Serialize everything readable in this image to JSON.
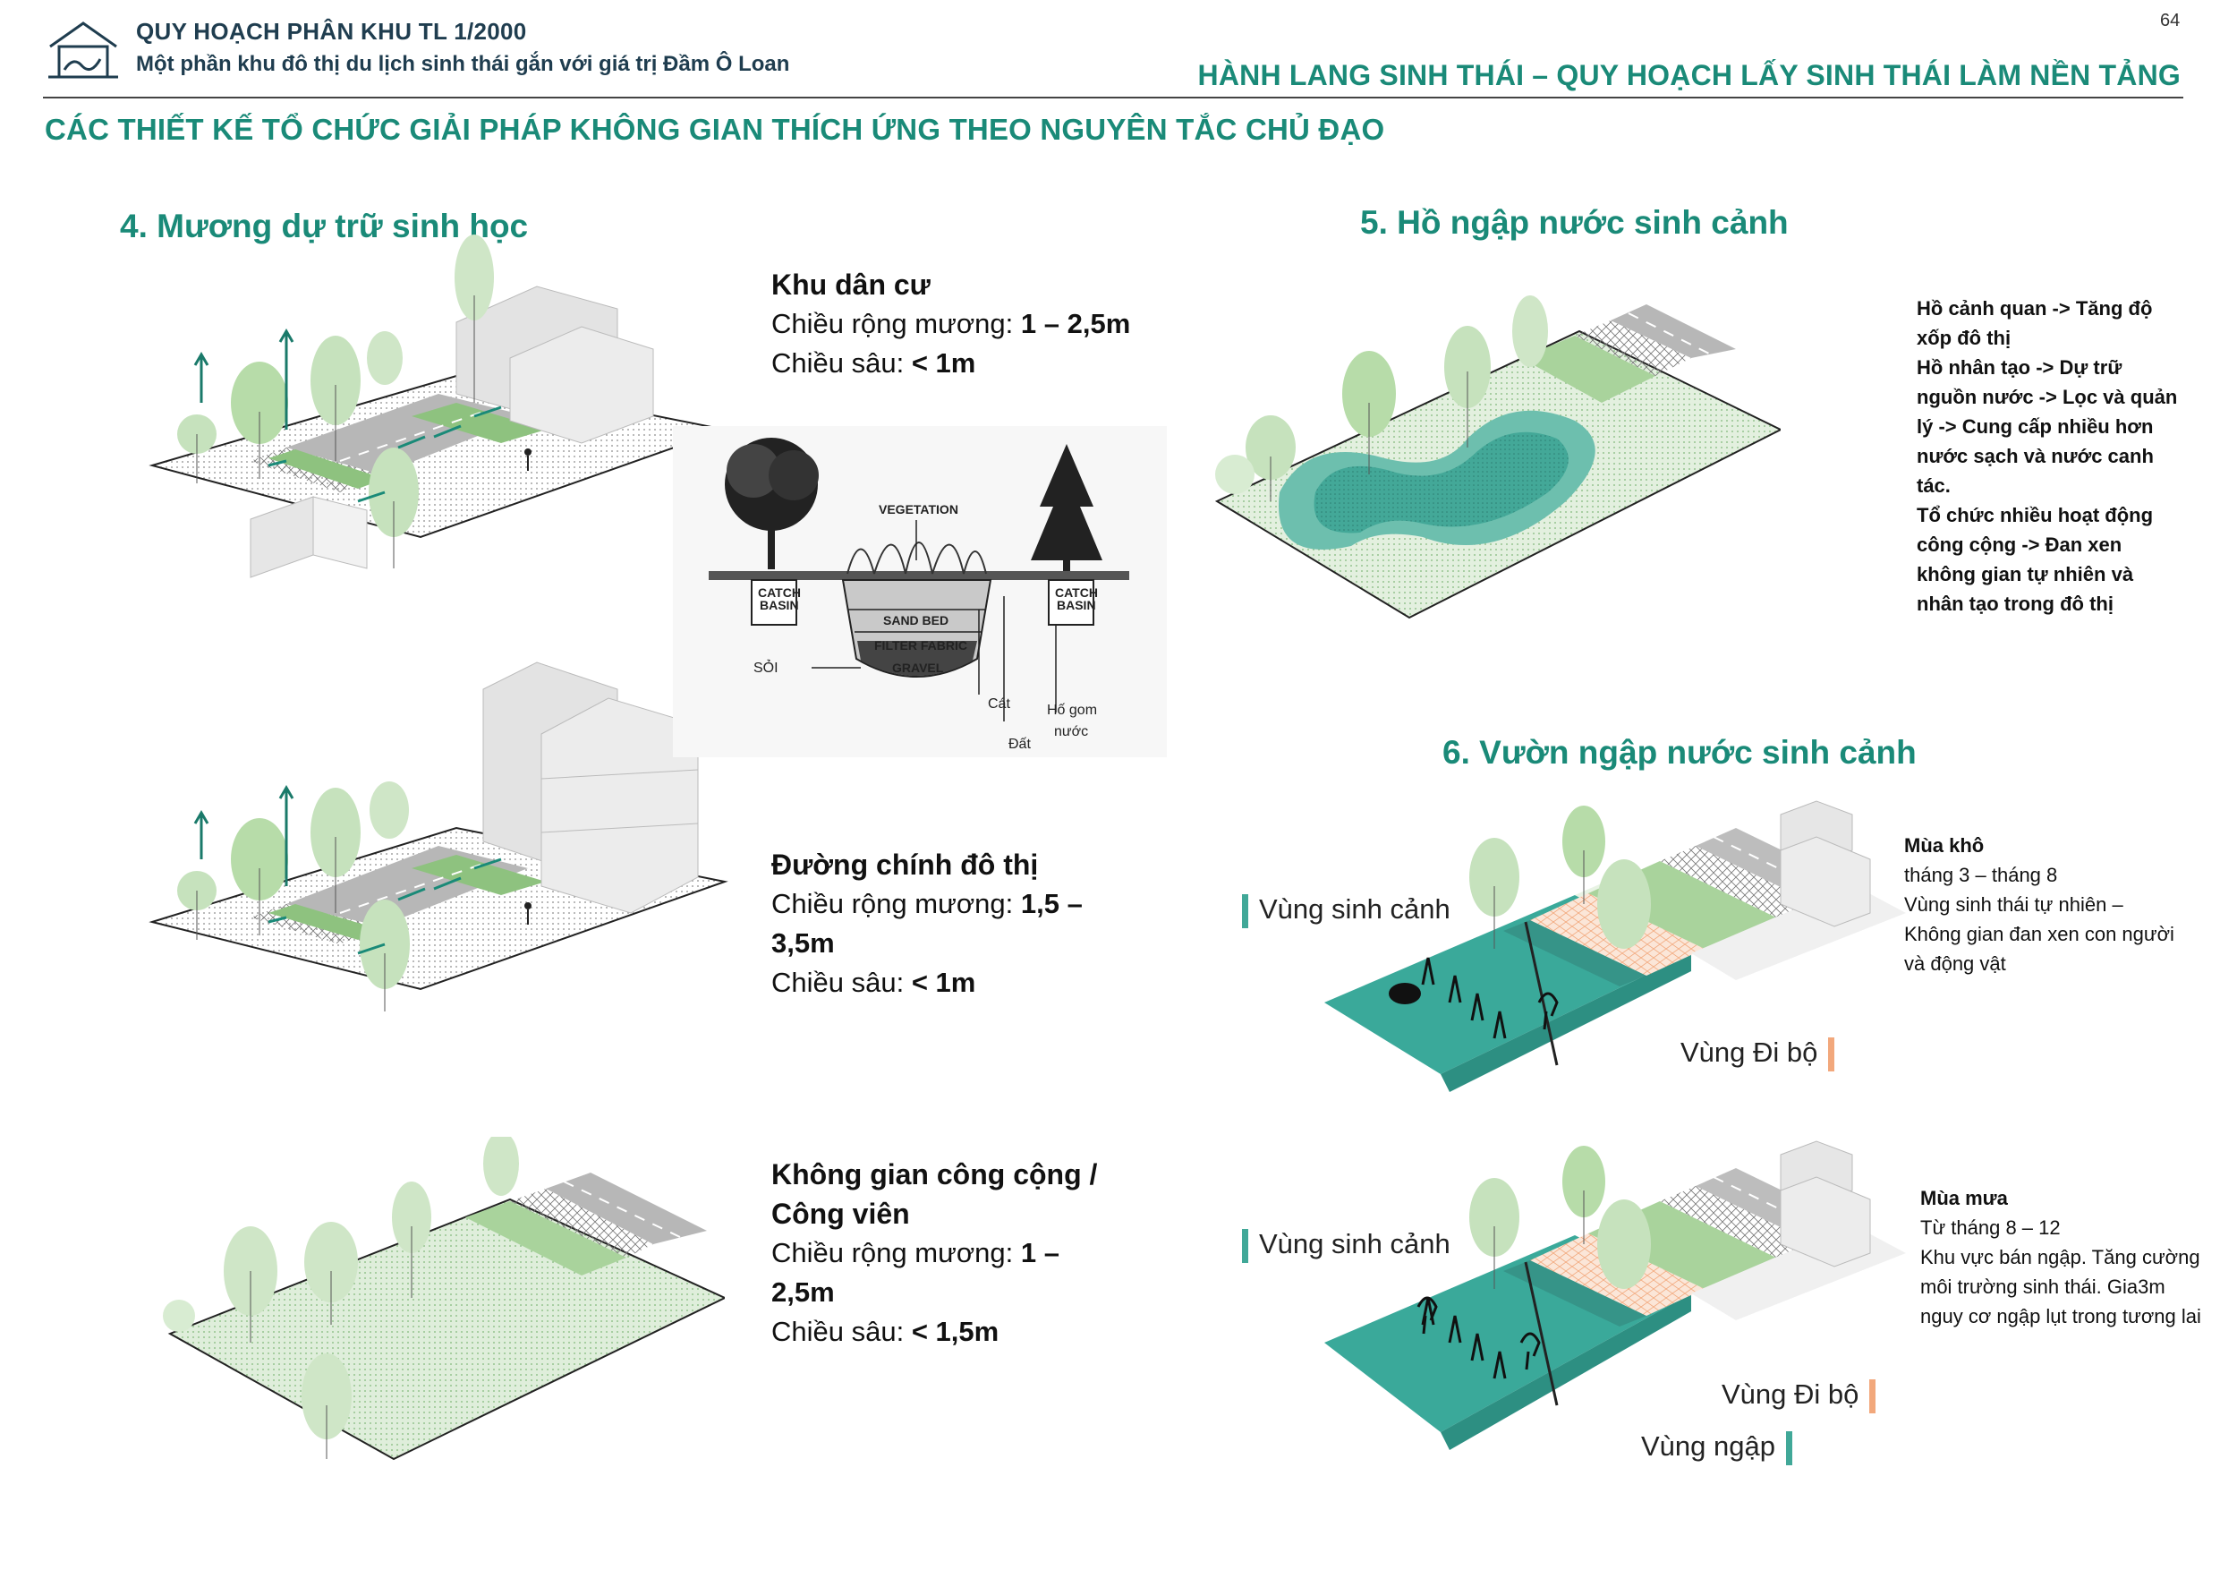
{
  "header": {
    "line1": "QUY HOẠCH PHÂN KHU TL 1/2000",
    "line2": "Một phần khu đô thị du lịch sinh thái gắn với giá trị Đầm Ô Loan",
    "page_number": "64",
    "section_title": "HÀNH LANG SINH THÁI – QUY HOẠCH LẤY SINH THÁI LÀM NỀN TẢNG"
  },
  "main_title": "CÁC THIẾT KẾ TỔ CHỨC GIẢI PHÁP KHÔNG GIAN THÍCH ỨNG THEO NGUYÊN TẮC CHỦ ĐẠO",
  "section4": {
    "title": "4. Mương dự trữ sinh học",
    "blocks": [
      {
        "heading": "Khu dân cư",
        "width_label": "Chiều rộng mương: ",
        "width_value": "1 – 2,5m",
        "depth_label": "Chiều sâu: ",
        "depth_value": "< 1m"
      },
      {
        "heading": "Đường chính đô thị",
        "width_label": "Chiều rộng mương: ",
        "width_value": "1,5 – 3,5m",
        "depth_label": "Chiều sâu: ",
        "depth_value": "< 1m"
      },
      {
        "heading": "Không gian công cộng / Công viên",
        "width_label": "Chiều rộng mương: ",
        "width_value": "1 – 2,5m",
        "depth_label": "Chiều sâu: ",
        "depth_value": "< 1,5m"
      }
    ],
    "cross_section": {
      "vegetation": "VEGETATION",
      "catch_basin_1": "CATCH",
      "catch_basin_2": "BASIN",
      "sand_bed": "SAND BED",
      "filter_fabric": "FILTER FABRIC",
      "gravel": "GRAVEL",
      "soi": "SỎI",
      "cat": "Cát",
      "dat": "Đất",
      "ho_gom_1": "Hố gom",
      "ho_gom_2": "nước"
    }
  },
  "section5": {
    "title": "5. Hồ ngập nước sinh cảnh",
    "notes": [
      "Hồ cảnh quan -> Tăng độ",
      "xốp đô thị",
      "Hồ nhân tạo -> Dự trữ",
      "nguồn nước -> Lọc và quản",
      "lý -> Cung cấp nhiều hơn",
      "nước sạch và nước canh",
      "tác.",
      "Tổ chức nhiều hoạt động",
      "công cộng -> Đan xen",
      "không gian tự nhiên và",
      "nhân tạo trong đô thị"
    ]
  },
  "section6": {
    "title": "6. Vườn ngập nước sinh cảnh",
    "dry": {
      "season": "Mùa khô",
      "months": "tháng 3 – tháng 8",
      "desc1": "Vùng sinh thái tự nhiên –",
      "desc2": "Không gian đan xen con người",
      "desc3": "và động vật",
      "zone_habitat": "Vùng sinh cảnh",
      "zone_walk": "Vùng Đi bộ"
    },
    "wet": {
      "season": "Mùa mưa",
      "months": "Từ tháng 8 – 12",
      "desc1": "Khu vực bán ngập. Tăng cường",
      "desc2": "môi trường sinh thái. Gia3m",
      "desc3": "nguy cơ ngập lụt trong tương lai",
      "zone_habitat": "Vùng sinh cảnh",
      "zone_walk": "Vùng Đi bộ",
      "zone_flood": "Vùng ngập"
    }
  },
  "colors": {
    "accent_teal": "#1a8a78",
    "header_navy": "#1f3d4f",
    "water": "#3aa99a",
    "green_light": "#cfe6c7",
    "green_mid": "#a9d39c",
    "walk_orange": "#f2a87c"
  }
}
